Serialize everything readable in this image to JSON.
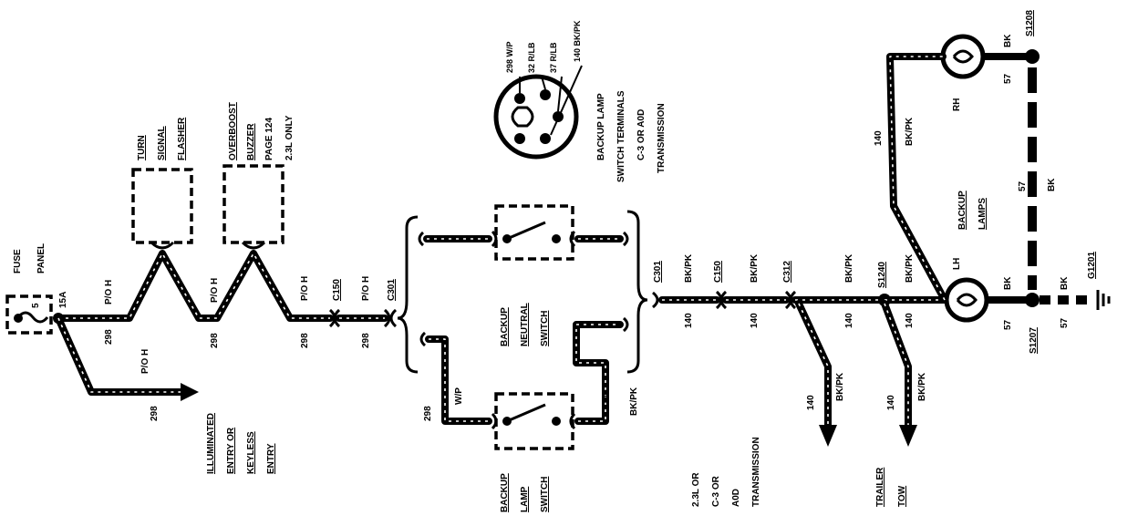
{
  "labels": {
    "fuse_panel": [
      "FUSE",
      "PANEL"
    ],
    "fuse_num": "5",
    "fuse_amp": "15A",
    "circuit_298": "298",
    "color_ppk": "P/O H",
    "turn_flasher": [
      "TURN",
      "SIGNAL",
      "FLASHER"
    ],
    "overboost": [
      "OVERBOOST",
      "BUZZER",
      "PAGE 124",
      "2.3L ONLY"
    ],
    "illuminated": [
      "ILLUMINATED",
      "ENTRY OR",
      "KEYLESS",
      "ENTRY"
    ],
    "conn_c150": "C150",
    "conn_c301": "C301",
    "conn_c301b": "C301",
    "conn_c150b": "C150",
    "conn_c312": "C312",
    "splice_s1240": "S1240",
    "splice_s1207": "S1207",
    "splice_s1208": "S1208",
    "ground_g1201": "G1201",
    "backup_neutral": [
      "BACKUP",
      "NEUTRAL",
      "SWITCH"
    ],
    "backup_lamp_switch": [
      "BACKUP",
      "LAMP",
      "SWITCH"
    ],
    "w_lb": "W/P",
    "bk_pk": "BK/PK",
    "circuit_140": "140",
    "circuit_298b": "298",
    "circuit_57": "57",
    "bk": "BK",
    "terminals_pins": [
      "298 W/P",
      "32 R/LB",
      "37 R/LB",
      "140 BK/PK"
    ],
    "terminals_title": [
      "BACKUP LAMP",
      "SWITCH TERMINALS",
      "C-3 OR A0D",
      "TRANSMISSION"
    ],
    "transmission_note": [
      "2.3L OR",
      "C-3 OR",
      "A0D",
      "TRANSMISSION"
    ],
    "trailer_tow": [
      "TRAILER",
      "TOW"
    ],
    "backup_lamps": [
      "BACKUP",
      "LAMPS"
    ],
    "rh": "RH",
    "lh": "LH"
  }
}
